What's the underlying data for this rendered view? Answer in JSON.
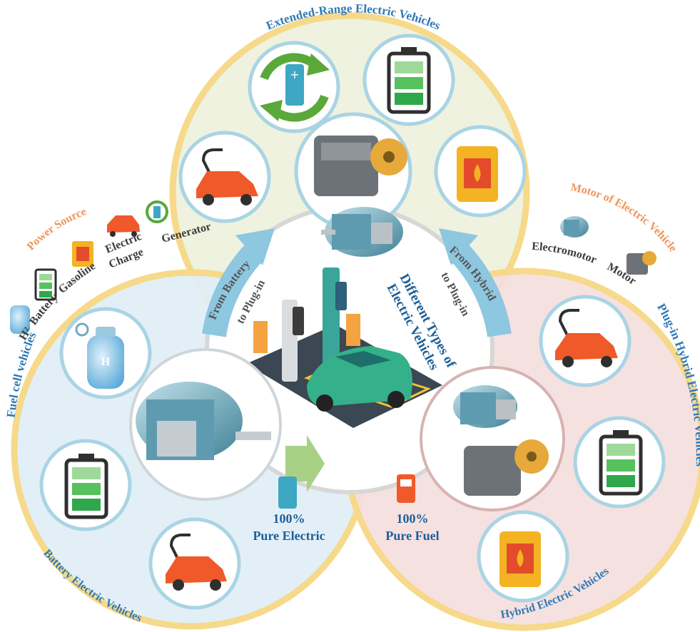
{
  "center": {
    "title_line1": "Different Types of",
    "title_line2": "Electric Vehicles"
  },
  "circles": {
    "top": "Extended-Range Electric Vehicles",
    "left": "Fuel cell vehicles",
    "left_bottom": "Battery Electric Vehicles",
    "right": "Plug-in Hybrid Electric Vehicles",
    "right_bottom": "Hybrid Electric Vehicles"
  },
  "arrows": {
    "left_line1": "From Battery",
    "left_line2": "to Plug-in",
    "right_line1": "From Hybrid",
    "right_line2": "to Plug-in"
  },
  "bottom": {
    "electric_pct": "100%",
    "electric_label": "Pure Electric",
    "fuel_pct": "100%",
    "fuel_label": "Pure Fuel"
  },
  "legend_power": {
    "title": "Power Source",
    "items": [
      "H²",
      "Battery",
      "Gasoline",
      "Electric Charge",
      "Generator"
    ],
    "electric_line1": "Electric",
    "electric_line2": "Charge"
  },
  "legend_motor": {
    "title": "Motor of Electric Vehicle",
    "items": [
      "Electromotor",
      "Motor"
    ]
  },
  "colors": {
    "ring": "#f6d98a",
    "top_fill": "#eef2df",
    "left_fill": "#e1eef6",
    "right_fill": "#f5dede",
    "icon_ring": "#a9d4e4",
    "label_blue": "#2f79b5",
    "label_orange": "#f0955a"
  }
}
